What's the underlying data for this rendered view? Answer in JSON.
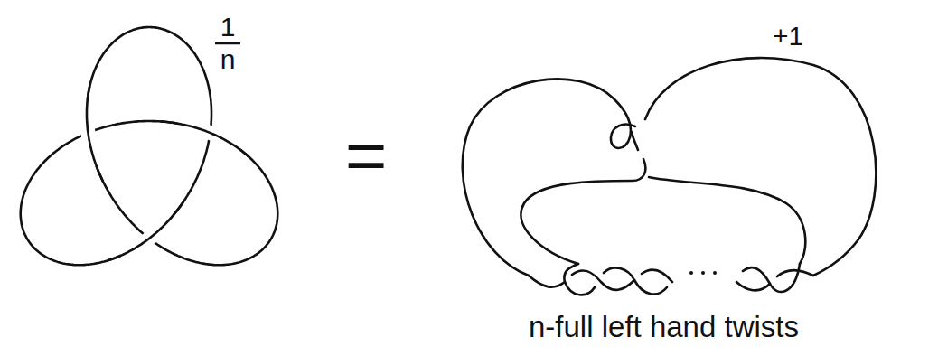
{
  "diagram": {
    "labels": [
      "1",
      "n",
      "=",
      "+1",
      "n-full left hand twists"
    ]
  }
}
